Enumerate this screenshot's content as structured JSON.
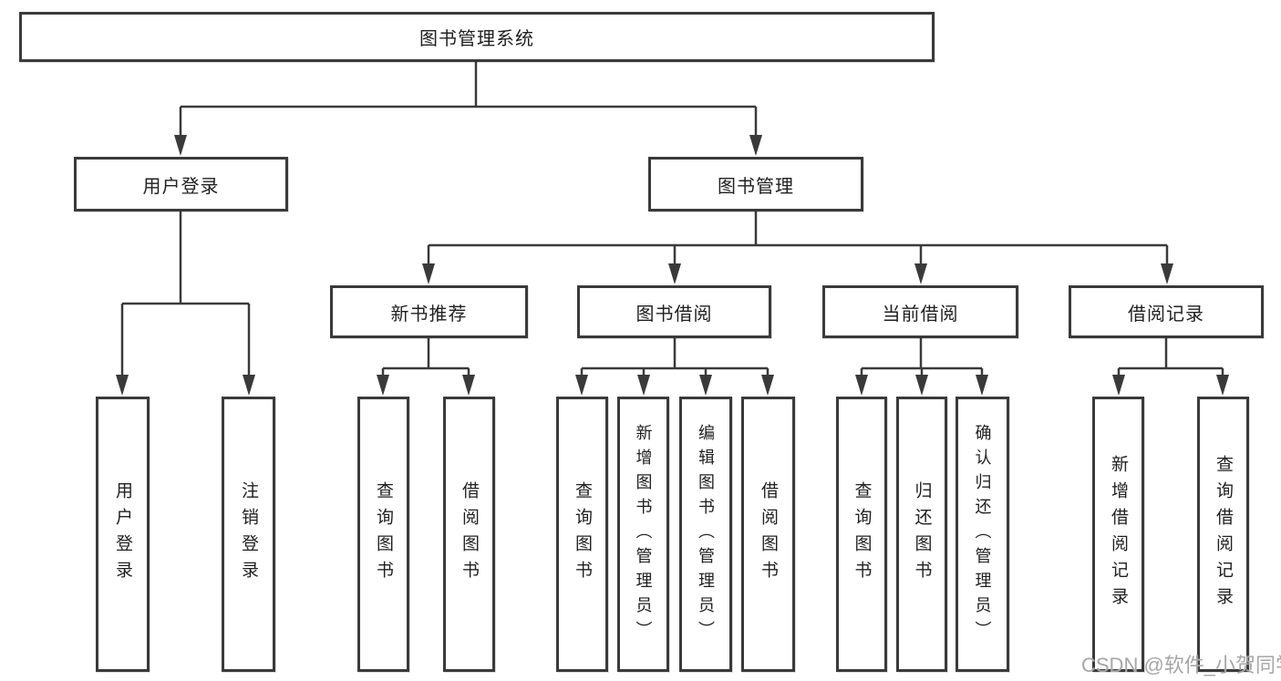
{
  "diagram": {
    "root": "图书管理系统",
    "branches": [
      {
        "label": "用户登录",
        "children": [
          "用户登录",
          "注销登录"
        ]
      },
      {
        "label": "图书管理",
        "groups": [
          {
            "label": "新书推荐",
            "children": [
              "查询图书",
              "借阅图书"
            ]
          },
          {
            "label": "图书借阅",
            "children": [
              "查询图书",
              "新增图书（管理员）",
              "编辑图书（管理员）",
              "借阅图书"
            ]
          },
          {
            "label": "当前借阅",
            "children": [
              "查询图书",
              "归还图书",
              "确认归还（管理员）"
            ]
          },
          {
            "label": "借阅记录",
            "children": [
              "新增借阅记录",
              "查询借阅记录"
            ]
          }
        ]
      }
    ]
  },
  "watermark": "CSDN @软件_小贺同学",
  "colors": {
    "line": "#3a3a3a",
    "box_bg": "#ffffff",
    "text": "#1f1f1f",
    "watermark": "#a6a6a6",
    "canvas_bg": "#ffffff"
  }
}
